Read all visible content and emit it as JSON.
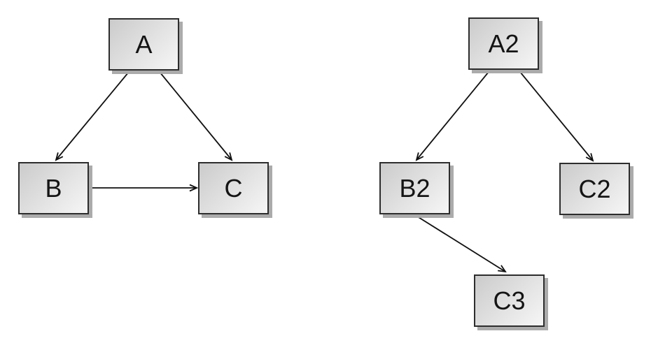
{
  "diagram": {
    "type": "directed-graph",
    "graphs": [
      {
        "name": "left-graph",
        "nodes": [
          {
            "id": "A",
            "label": "A"
          },
          {
            "id": "B",
            "label": "B"
          },
          {
            "id": "C",
            "label": "C"
          }
        ],
        "edges": [
          {
            "from": "A",
            "to": "B"
          },
          {
            "from": "A",
            "to": "C"
          },
          {
            "from": "B",
            "to": "C"
          }
        ]
      },
      {
        "name": "right-graph",
        "nodes": [
          {
            "id": "A2",
            "label": "A2"
          },
          {
            "id": "B2",
            "label": "B2"
          },
          {
            "id": "C2",
            "label": "C2"
          },
          {
            "id": "C3",
            "label": "C3"
          }
        ],
        "edges": [
          {
            "from": "A2",
            "to": "B2"
          },
          {
            "from": "A2",
            "to": "C2"
          },
          {
            "from": "B2",
            "to": "C3"
          }
        ]
      }
    ],
    "colors": {
      "background": "#ffffff",
      "node_fill_start": "#cbcbcb",
      "node_fill_end": "#f6f6f6",
      "node_border": "#2d2d2d",
      "node_shadow": "#ababab",
      "edge": "#111111",
      "text": "#141414"
    }
  }
}
